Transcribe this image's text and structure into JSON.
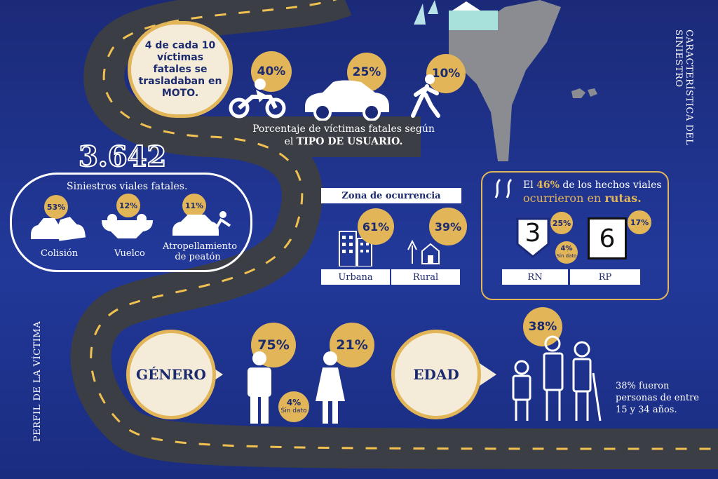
{
  "moto_box": {
    "text": "4 de cada 10 víctimas fatales se trasladaban en MOTO."
  },
  "user_types": [
    {
      "pct": "40%",
      "icon": "motorcycle-icon"
    },
    {
      "pct": "25%",
      "icon": "car-icon"
    },
    {
      "pct": "10%",
      "icon": "pedestrian-icon"
    }
  ],
  "user_caption": {
    "line1": "Porcentaje de víctimas fatales según",
    "line2_pre": "el ",
    "line2_bold": "TIPO DE USUARIO."
  },
  "crashes": {
    "total": "3.642",
    "label": "Siniestros viales fatales.",
    "items": [
      {
        "pct": "53%",
        "label": "Colisión"
      },
      {
        "pct": "12%",
        "label": "Vuelco"
      },
      {
        "pct": "11%",
        "label": "Atropellamiento de peatón"
      }
    ]
  },
  "zone": {
    "title": "Zona de ocurrencia",
    "urban": {
      "pct": "61%",
      "label": "Urbana"
    },
    "rural": {
      "pct": "39%",
      "label": "Rural"
    }
  },
  "routes": {
    "pre": "El ",
    "pct": "46%",
    "mid": " de los hechos viales",
    "line2_pre": "ocurrieron en ",
    "line2_bold": "rutas.",
    "rn": {
      "number": "3",
      "pct": "25%",
      "label": "RN"
    },
    "rp": {
      "number": "6",
      "pct": "17%",
      "label": "RP"
    },
    "no_data": {
      "pct": "4%",
      "label": "Sin dato"
    }
  },
  "gender": {
    "title": "GÉNERO",
    "male_pct": "75%",
    "female_pct": "21%",
    "no_data_pct": "4%",
    "no_data_label": "Sin dato"
  },
  "age": {
    "title": "EDAD",
    "pct": "38%",
    "caption": "38% fueron personas de entre 15 y 34 años."
  },
  "side_labels": {
    "right": "CARACTERÍSTICA DEL SINIESTRO",
    "left": "PERFIL DE LA VÍCTIMA"
  },
  "colors": {
    "navy": "#1b2a78",
    "gold": "#e2b559",
    "cream": "#f4ecd8",
    "road": "#3b3e45"
  }
}
